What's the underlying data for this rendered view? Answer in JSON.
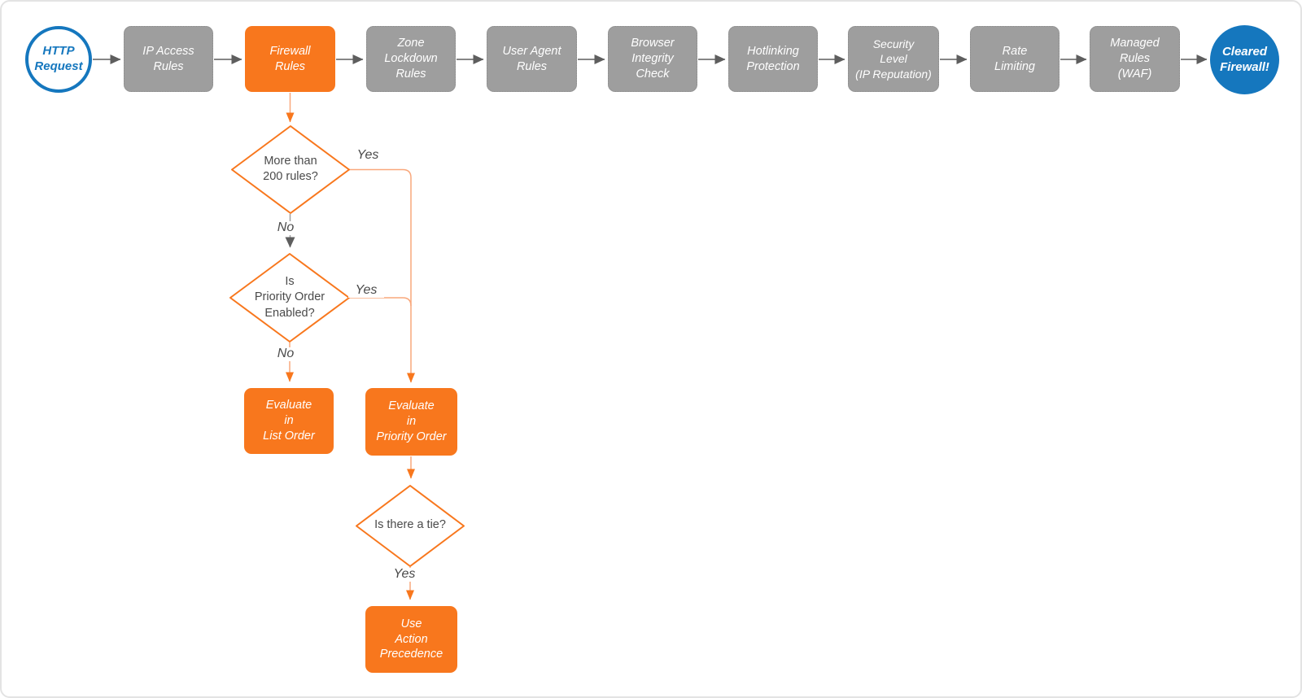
{
  "colors": {
    "accent_orange": "#f8771d",
    "connector_light_orange": "#f9a87c",
    "pipeline_gray": "#9e9e9e",
    "terminal_blue": "#1577be",
    "connector_dark": "#5e5e5e",
    "label_text": "#4a4a4a"
  },
  "nodes": {
    "http_request": {
      "label": "HTTP\nRequest"
    },
    "ip_access": {
      "label": "IP Access\nRules"
    },
    "firewall": {
      "label": "Firewall\nRules"
    },
    "zone_lockdown": {
      "label": "Zone\nLockdown\nRules"
    },
    "user_agent": {
      "label": "User Agent\nRules"
    },
    "browser_integrity": {
      "label": "Browser\nIntegrity\nCheck"
    },
    "hotlinking": {
      "label": "Hotlinking\nProtection"
    },
    "security_level": {
      "label": "Security\nLevel\n(IP Reputation)"
    },
    "rate_limiting": {
      "label": "Rate\nLimiting"
    },
    "managed_rules": {
      "label": "Managed\nRules\n(WAF)"
    },
    "cleared": {
      "label": "Cleared\nFirewall!"
    },
    "d_rules200": {
      "label": "More than\n200 rules?"
    },
    "d_priority": {
      "label": "Is\nPriority Order\nEnabled?"
    },
    "d_tie": {
      "label": "Is there a tie?"
    },
    "evaluate_list": {
      "label": "Evaluate\nin\nList Order"
    },
    "evaluate_priority": {
      "label": "Evaluate\nin\nPriority Order"
    },
    "action_precedence": {
      "label": "Use\nAction\nPrecedence"
    }
  },
  "edge_labels": {
    "rules200_yes": "Yes",
    "rules200_no": "No",
    "priority_yes": "Yes",
    "priority_no": "No",
    "tie_yes": "Yes"
  }
}
